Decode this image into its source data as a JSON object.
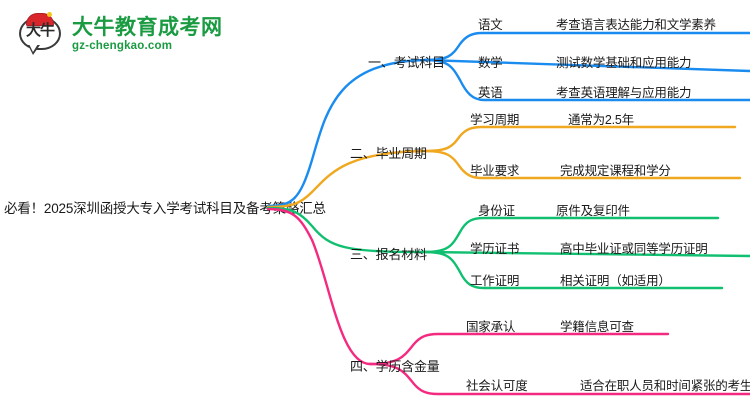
{
  "logo": {
    "mark_text": "大牛",
    "brand_cn": "大牛教育成考网",
    "brand_en": "gz-chengkao.com",
    "brand_color": "#1a9b42",
    "cap_color": "#d8262b"
  },
  "mindmap": {
    "root": "必看！2025深圳函授大专入学考试科目及备考策略汇总",
    "branches": [
      {
        "label": "一、考试科目",
        "color": "#1a8cf0",
        "children": [
          {
            "label": "语文",
            "detail": "考查语言表达能力和文学素养"
          },
          {
            "label": "数学",
            "detail": "测试数学基础和应用能力"
          },
          {
            "label": "英语",
            "detail": "考查英语理解与应用能力"
          }
        ]
      },
      {
        "label": "二、毕业周期",
        "color": "#efa81f",
        "children": [
          {
            "label": "学习周期",
            "detail": "通常为2.5年"
          },
          {
            "label": "毕业要求",
            "detail": "完成规定课程和学分"
          }
        ]
      },
      {
        "label": "三、报名材料",
        "color": "#10c070",
        "children": [
          {
            "label": "身份证",
            "detail": "原件及复印件"
          },
          {
            "label": "学历证书",
            "detail": "高中毕业证或同等学历证明"
          },
          {
            "label": "工作证明",
            "detail": "相关证明（如适用）"
          }
        ]
      },
      {
        "label": "四、学历含金量",
        "color": "#f42a80",
        "children": [
          {
            "label": "国家承认",
            "detail": "学籍信息可查"
          },
          {
            "label": "社会认可度",
            "detail": "适合在职人员和时间紧张的考生"
          }
        ]
      }
    ]
  }
}
